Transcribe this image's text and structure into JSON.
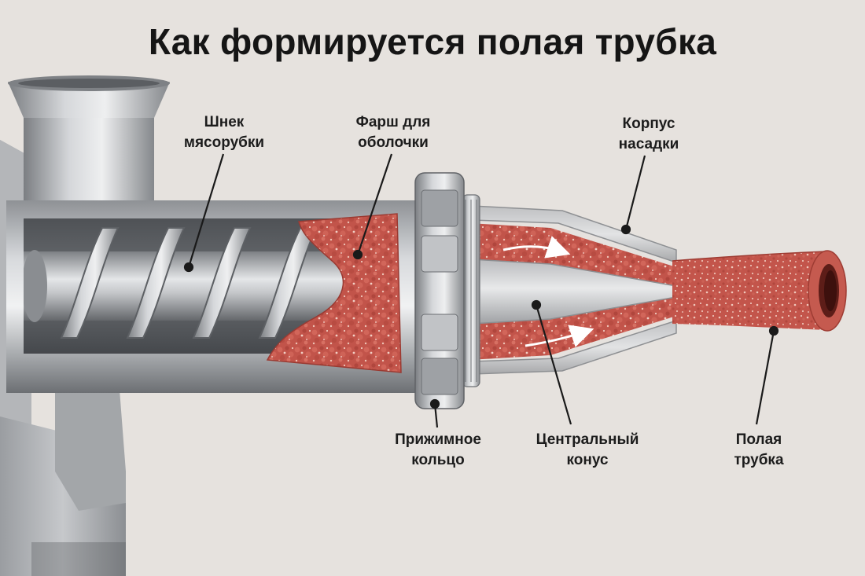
{
  "title": "Как формируется полая трубка",
  "labels": {
    "auger": "Шнек\nмясорубки",
    "mince": "Фарш для\nоболочки",
    "nozzle_body": "Корпус\nнасадки",
    "clamp_ring": "Прижимное\nкольцо",
    "center_cone": "Центральный\nконус",
    "hollow_tube": "Полая\nтрубка"
  },
  "colors": {
    "background": "#e6e2de",
    "metal": "#a9abae",
    "metal_dark": "#6f7276",
    "meat": "#c2544a",
    "meat_light": "#e9b6a8",
    "plastic": "#c9cacc",
    "arrow": "#ffffff",
    "text": "#151515"
  }
}
